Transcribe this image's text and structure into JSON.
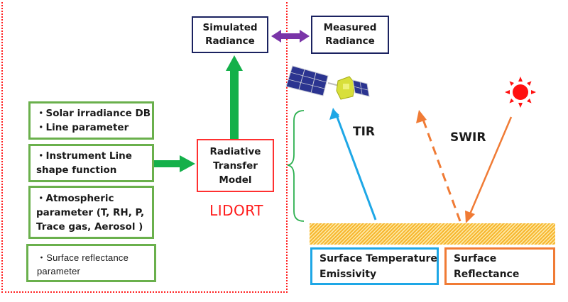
{
  "diagram": {
    "simulated_radiance": {
      "line1": "Simulated",
      "line2": "Radiance"
    },
    "measured_radiance": {
      "line1": "Measured",
      "line2": "Radiance"
    },
    "inputs": [
      {
        "lines": [
          "・Solar irradiance DB",
          "・Line parameter"
        ]
      },
      {
        "lines": [
          "・Instrument Line",
          "shape function"
        ]
      },
      {
        "lines": [
          "・Atmospheric",
          "parameter (T, RH, P,",
          "Trace gas, Aerosol )"
        ]
      },
      {
        "lines": [
          "・Surface  reflectance",
          "parameter"
        ]
      }
    ],
    "rtm": {
      "line1": "Radiative",
      "line2": "Transfer",
      "line3": "Model"
    },
    "rtm_name": "LIDORT",
    "tir_label": "TIR",
    "swir_label": "SWIR",
    "surface_temperature": {
      "line1": "Surface Temperature",
      "line2": "Emissivity"
    },
    "surface_reflectance": {
      "line1": "Surface",
      "line2": "Reflectance"
    },
    "icons": {
      "satellite": "satellite-icon",
      "sun": "sun-icon"
    },
    "colors": {
      "frame": "#ff2020",
      "navy": "#1b2260",
      "green_box": "#6ab04c",
      "green_arrow": "#14b04a",
      "purple_arrow": "#7a35a8",
      "rtm_red": "#ff3030",
      "tir_blue": "#1ea7e6",
      "swir_orange": "#f07b35",
      "sun_red": "#ff1010",
      "surface_hatch": "#f7b731"
    }
  }
}
